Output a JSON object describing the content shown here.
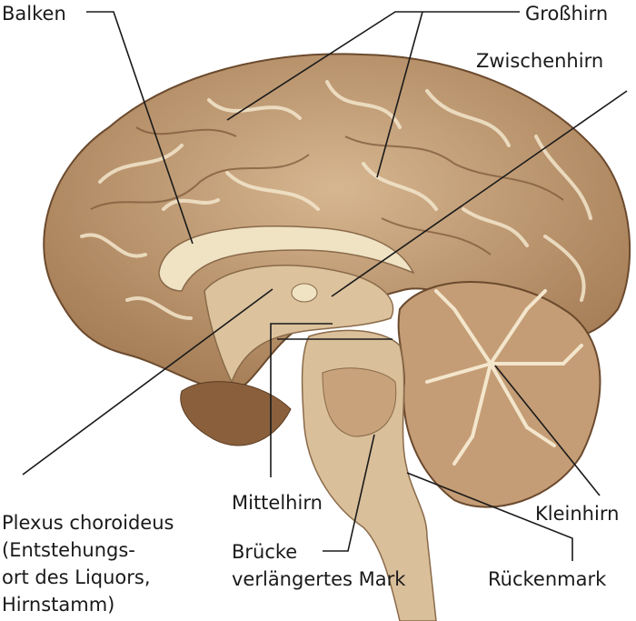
{
  "labels": {
    "balken": "Balken",
    "grosshirn": "Großhirn",
    "zwischenhirn": "Zwischenhirn",
    "plexus": [
      "Plexus choroideus",
      "(Entstehungs-",
      "ort des Liquors,",
      "Hirnstamm)"
    ],
    "mittelhirn": "Mittelhirn",
    "bruecke": "Brücke",
    "verlaengertes_mark": "verlängertes Mark",
    "kleinhirn": "Kleinhirn",
    "rueckenmark": "Rückenmark"
  },
  "colors": {
    "tissue": "#c8a27a",
    "dark": "#6b4a2e",
    "pale": "#efe3c4",
    "line": "#1a1a1a"
  }
}
